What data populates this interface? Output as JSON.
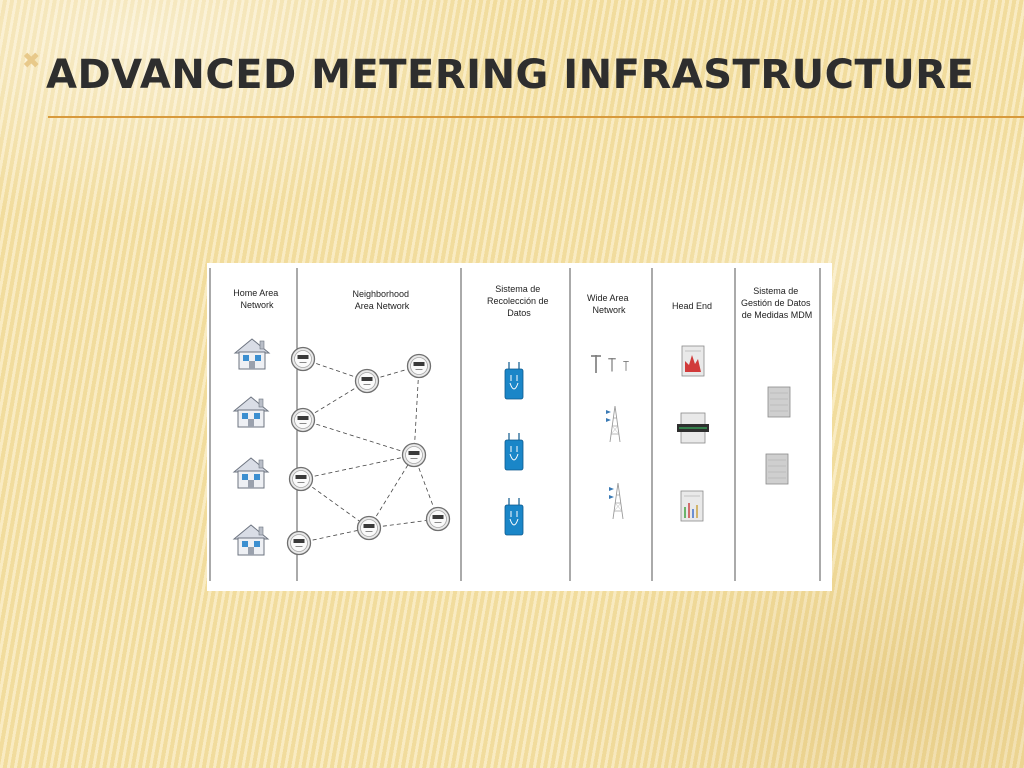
{
  "slide": {
    "title": "ADVANCED METERING INFRASTRUCTURE",
    "bullet_glyph": "✖"
  },
  "diagram": {
    "columns": [
      {
        "id": "han",
        "lines": [
          "Home Area",
          "Network"
        ]
      },
      {
        "id": "nan",
        "lines": [
          "Neighborhood",
          "Area Network"
        ]
      },
      {
        "id": "collector",
        "lines": [
          "Sistema de",
          "Recolección de",
          "Datos"
        ]
      },
      {
        "id": "wan",
        "lines": [
          "Wide Area",
          "Network"
        ]
      },
      {
        "id": "headend",
        "lines": [
          "Head End"
        ]
      },
      {
        "id": "mdm",
        "lines": [
          "Sistema de",
          "Gestión de Datos",
          "de Medidas MDM"
        ]
      }
    ],
    "icons": {
      "house": "house-icon",
      "meter": "smart-meter-icon",
      "collector": "data-collector-icon",
      "antenna": "antenna-icon",
      "tower": "transmission-tower-icon",
      "headend": "head-end-server-icon",
      "mdm": "mdm-server-icon"
    },
    "colors": {
      "collector": "#1a86c8",
      "tower_arrow": "#3a7ab5",
      "title_rule": "#d89a3c"
    }
  }
}
